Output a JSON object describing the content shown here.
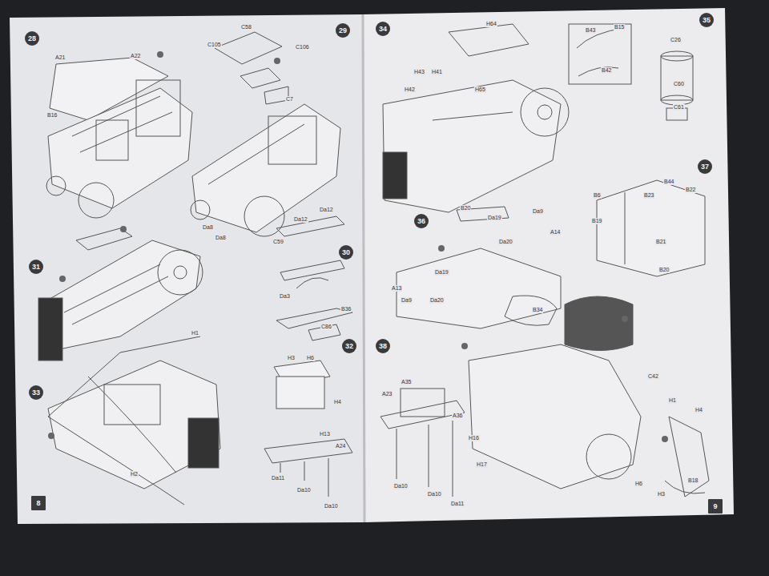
{
  "diagram": {
    "nodes": [
      {
        "text": [
          "28"
        ]
      },
      {
        "text": [
          "29"
        ]
      },
      {
        "text": [
          "30"
        ]
      },
      {
        "text": [
          "31"
        ]
      },
      {
        "text": [
          "32"
        ]
      },
      {
        "text": [
          "33"
        ]
      },
      {
        "text": [
          "8"
        ]
      },
      {
        "text": [
          "34"
        ]
      },
      {
        "text": [
          "35"
        ]
      },
      {
        "text": [
          "36"
        ]
      },
      {
        "text": [
          "37"
        ]
      },
      {
        "text": [
          "38"
        ]
      },
      {
        "text": [
          "9"
        ]
      }
    ],
    "labels": [
      "A21",
      "A22",
      "B16",
      "C58",
      "C105",
      "C106",
      "C7",
      "Da8",
      "Da8",
      "Da12",
      "Da12",
      "C59",
      "Da3",
      "B36",
      "C86",
      "H1",
      "H3",
      "H6",
      "H4",
      "H13",
      "A24",
      "H2",
      "Da11",
      "Da10",
      "Da10",
      "H64",
      "H43",
      "H41",
      "H42",
      "H65",
      "B43",
      "B15",
      "B42",
      "C26",
      "C60",
      "C61",
      "B20",
      "Da19",
      "Da9",
      "A14",
      "Da20",
      "B44",
      "B22",
      "B6",
      "B23",
      "B19",
      "B21",
      "B20",
      "Da19",
      "A13",
      "Da9",
      "Da20",
      "B34",
      "A35",
      "C42",
      "A23",
      "H1",
      "H4",
      "A36",
      "H16",
      "H17",
      "H6",
      "B18",
      "Da10",
      "Da10",
      "H3",
      "Da11"
    ]
  }
}
